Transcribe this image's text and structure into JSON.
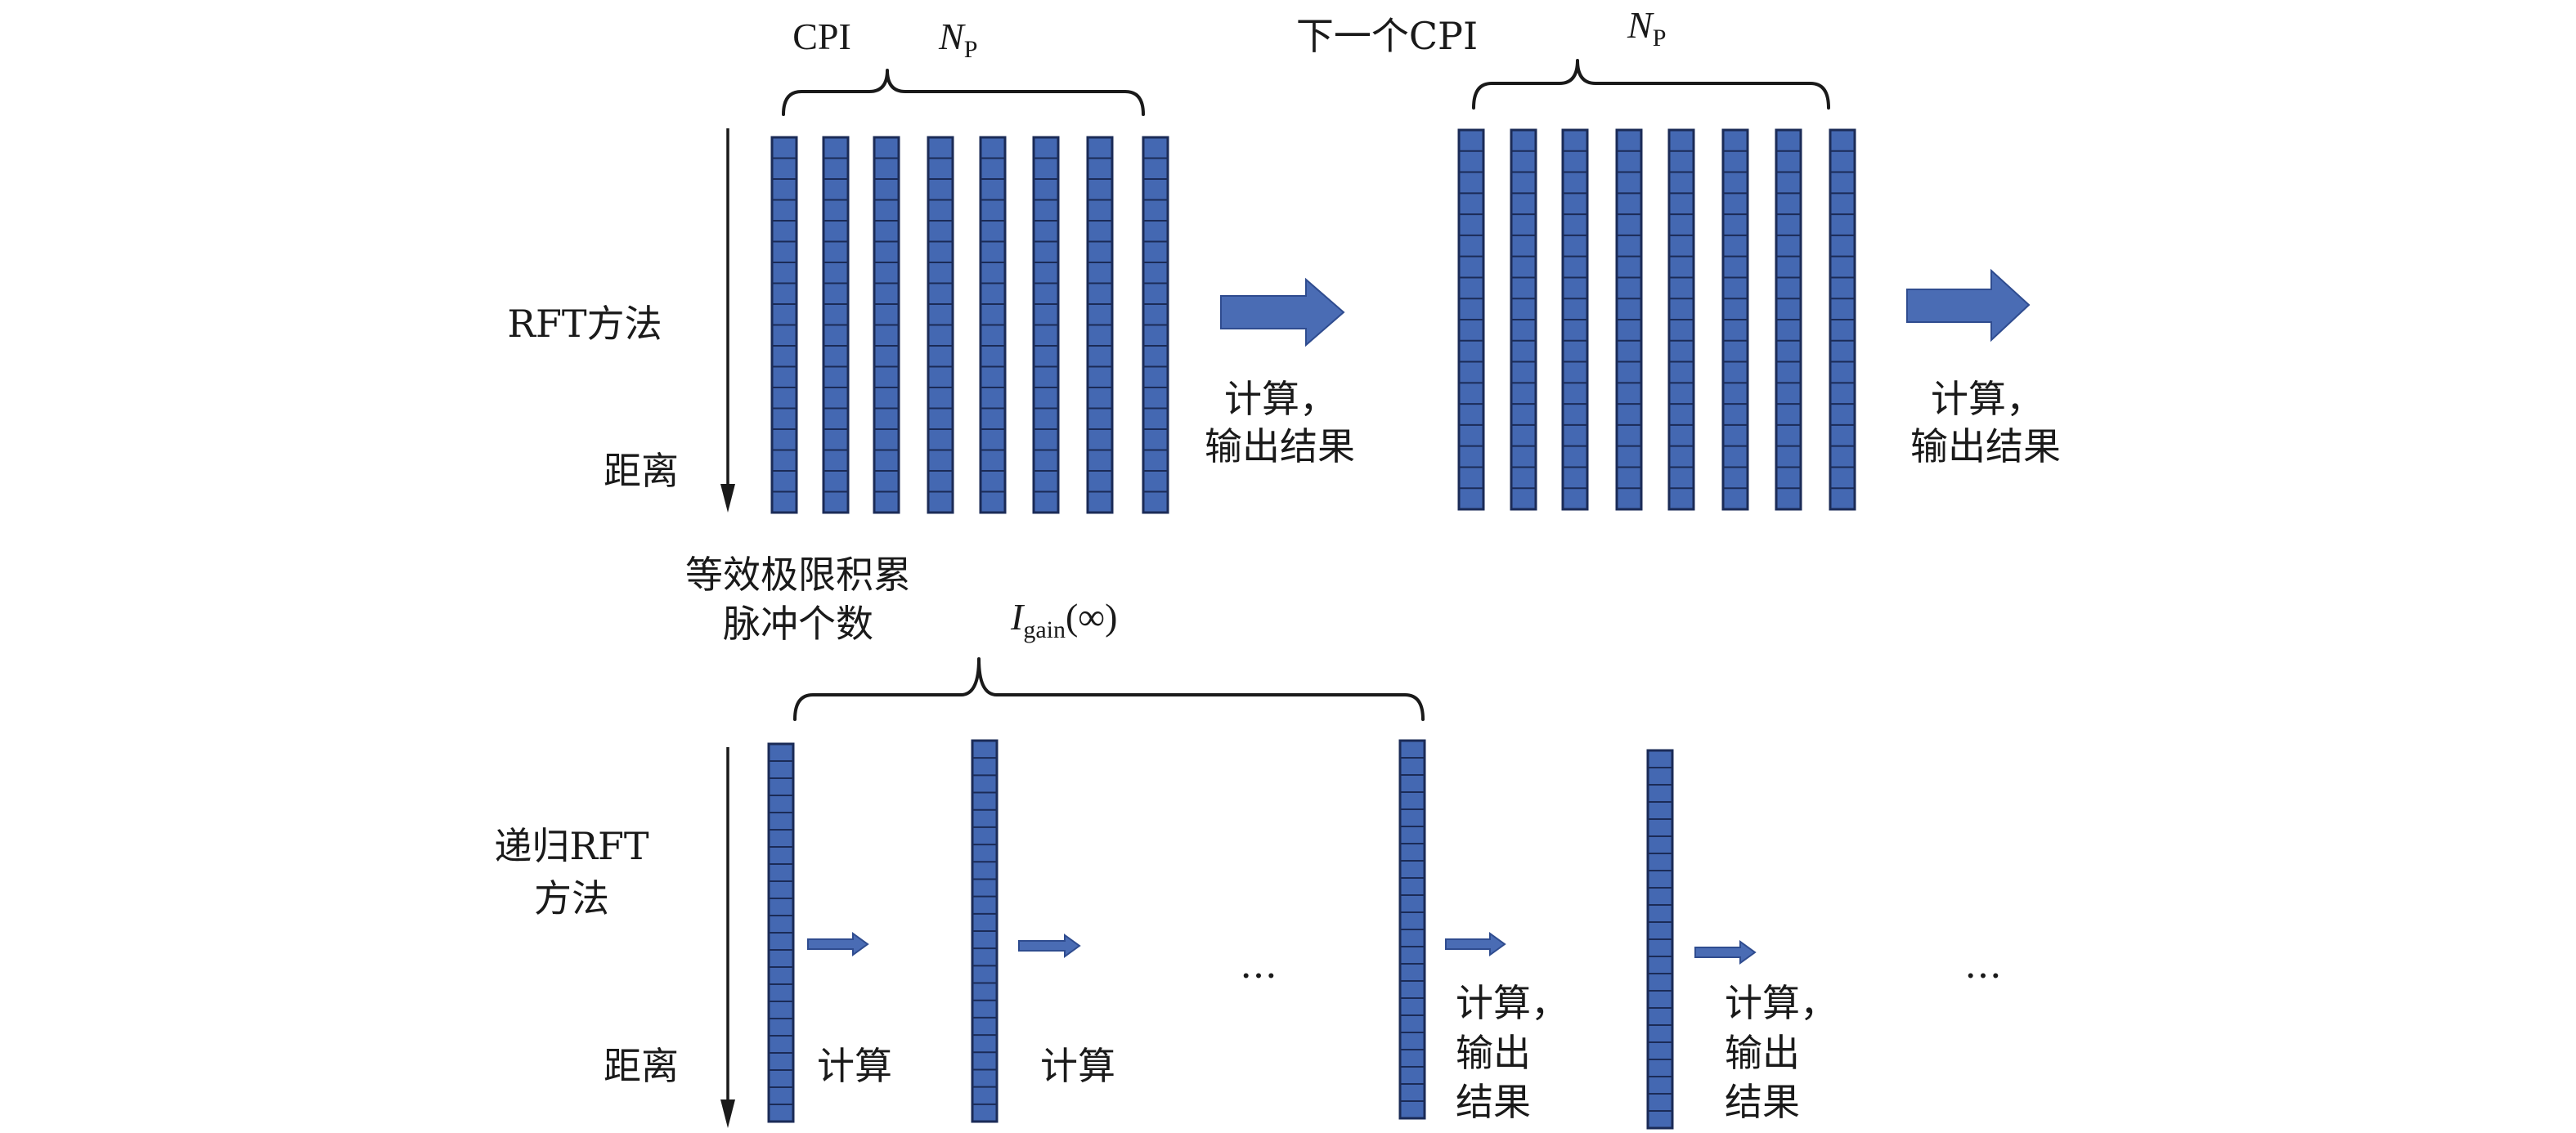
{
  "top": {
    "cpi_label": "CPI",
    "np_symbol": "N",
    "np_subscript": "P",
    "method_label": "RFT方法",
    "range_label": "距离",
    "output_line1": "计算，",
    "output_line2": "输出结果",
    "next_cpi_label": "下一个CPI",
    "next_np_symbol": "N",
    "next_np_subscript": "P",
    "next_output_line1": "计算，",
    "next_output_line2": "输出结果"
  },
  "middle": {
    "equivalent_line1": "等效极限积累",
    "equivalent_line2": "脉冲个数",
    "gain_symbol": "I",
    "gain_subscript": "gain",
    "gain_argument": "(∞)"
  },
  "bottom": {
    "method_line1": "递归RFT",
    "method_line2": "方法",
    "range_label": "距离",
    "compute_1": "计算",
    "compute_2": "计算",
    "ellipsis_1": "…",
    "output_a_line1": "计算，",
    "output_a_line2": "输出",
    "output_a_line3": "结果",
    "output_b_line1": "计算，",
    "output_b_line2": "输出",
    "output_b_line3": "结果",
    "ellipsis_2": "…"
  },
  "colors": {
    "column_fill": "#4468b2",
    "column_stroke": "#1b2b57",
    "arrow_fill": "#4a6cb4",
    "arrow_stroke": "#2f4c8f"
  }
}
